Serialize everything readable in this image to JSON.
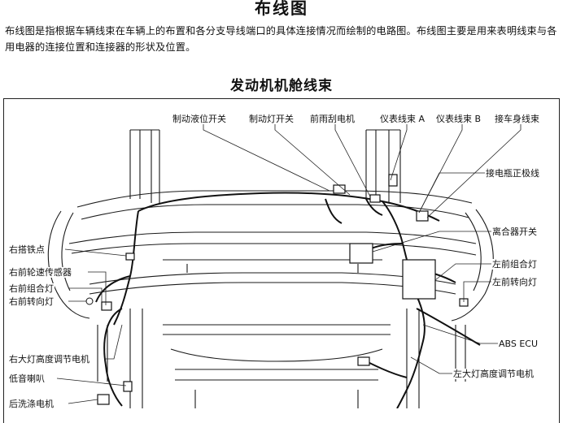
{
  "title": "布线图",
  "intro": "布线图是指根据车辆线束在车辆上的布置和各分支导线端口的具体连接情况而绘制的电路图。布线图主要是用来表明线束与各用电器的连接位置和连接器的形状及位置。",
  "diagram": {
    "title": "发动机机舱线束",
    "callouts": {
      "brake_fluid_switch": "制动液位开关",
      "brake_light_switch": "制动灯开关",
      "front_wiper_motor": "前雨刮电机",
      "instrument_harness_a": "仪表线束 A",
      "instrument_harness_b": "仪表线束 B",
      "body_harness": "接车身线束",
      "battery_positive": "接电瓶正极线",
      "clutch_switch": "离合器开关",
      "left_combo_lamp": "左前组合灯",
      "left_turn_lamp": "左前转向灯",
      "abs_ecu": "ABS ECU",
      "left_headlamp_leveler": "左大灯高度调节电机",
      "right_ground": "右搭铁点",
      "right_wheel_speed_sensor": "右前轮速传感器",
      "right_combo_lamp": "右前组合灯",
      "right_turn_lamp": "右前转向灯",
      "right_headlamp_leveler": "右大灯高度调节电机",
      "bass_horn": "低音喇叭",
      "rear_wash_motor": "后洗涤电机"
    }
  }
}
